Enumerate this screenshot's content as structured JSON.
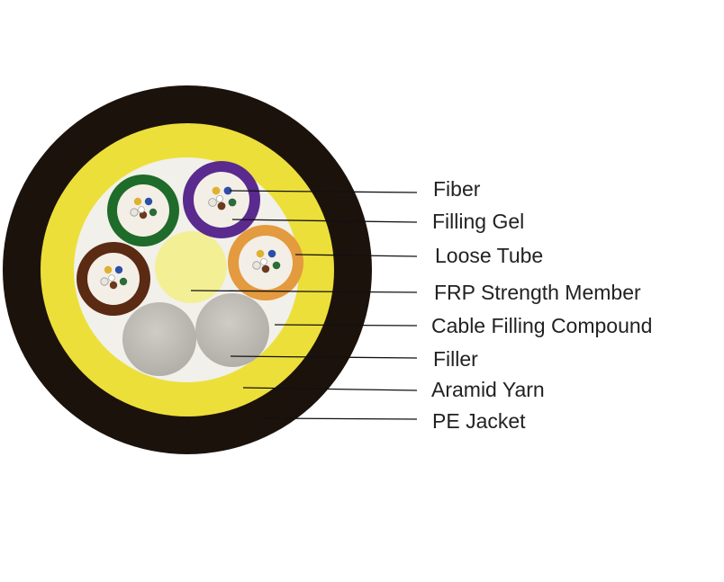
{
  "labels": {
    "fiber": "Fiber",
    "filling_gel": "Filling Gel",
    "loose_tube": "Loose Tube",
    "frp": "FRP Strength Member",
    "cable_filling_compound": "Cable Filling Compound",
    "filler": "Filler",
    "aramid_yarn": "Aramid Yarn",
    "pe_jacket": "PE Jacket"
  },
  "colors": {
    "pe_jacket": "#1c120c",
    "aramid_yarn": "#ecdf3a",
    "filling_compound": "#f1f0ea",
    "frp": "#f3ef95",
    "filler": "#bdbab4",
    "tube_green": "#1f6b2a",
    "tube_purple": "#5b2a8e",
    "tube_orange": "#e49a3e",
    "tube_brown": "#5a2a12",
    "tube_interior": "#f3efe6"
  },
  "fiber_colors": [
    "#e0b030",
    "#2c4fa8",
    "#d9d6cf",
    "#6b3a1e",
    "#2d6b3a",
    "#f4f4f4"
  ]
}
